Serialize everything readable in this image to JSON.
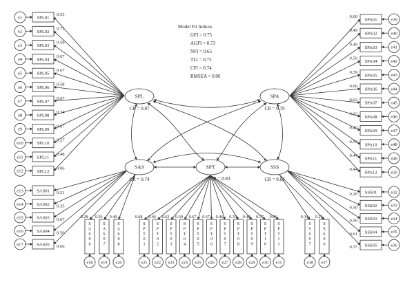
{
  "fit": {
    "title": "Model Fit Indices",
    "lines": [
      "GFI = 0.75",
      "AGFI = 0.73",
      "NFI = 0.65",
      "TLI = 0.73",
      "CFI = 0.74",
      "RMSEA = 0.06"
    ]
  },
  "latents": [
    {
      "id": "SPL",
      "cr": "CR = 0.87"
    },
    {
      "id": "SPA",
      "cr": "CR = 0.79"
    },
    {
      "id": "SAS",
      "cr": "CR = 0.74"
    },
    {
      "id": "SPT",
      "cr": "CR = 0.83"
    },
    {
      "id": "SSS",
      "cr": "CR = 0.63"
    }
  ],
  "indicators": {
    "spl": [
      {
        "label": "SPL01",
        "err": "e1",
        "load": "0.53"
      },
      {
        "label": "SPL02",
        "err": "e2",
        "load": "0.73"
      },
      {
        "label": "SPL03",
        "err": "e3",
        "load": "0.59"
      },
      {
        "label": "SPL04",
        "err": "e4",
        "load": "0.67"
      },
      {
        "label": "SPL05",
        "err": "e5",
        "load": "0.67"
      },
      {
        "label": "SPL06",
        "err": "e6",
        "load": "0.58"
      },
      {
        "label": "SPL07",
        "err": "e7",
        "load": "0.67"
      },
      {
        "label": "SPL08",
        "err": "e8",
        "load": "0.74"
      },
      {
        "label": "SPL09",
        "err": "e9",
        "load": "0.67"
      },
      {
        "label": "SPL10",
        "err": "e10",
        "load": "0.27"
      },
      {
        "label": "SPL11",
        "err": "e11",
        "load": "0.48"
      },
      {
        "label": "SPL12",
        "err": "e12",
        "load": "0.06"
      }
    ],
    "spa": [
      {
        "label": "SPA01",
        "err": "e39",
        "load": "0.60"
      },
      {
        "label": "SPA02",
        "err": "e40",
        "load": "0.49"
      },
      {
        "label": "SPA03",
        "err": "e41",
        "load": "0.49"
      },
      {
        "label": "SPA04",
        "err": "e42",
        "load": "0.50"
      },
      {
        "label": "SPA05",
        "err": "e43",
        "load": "0.39"
      },
      {
        "label": "SPA06",
        "err": "e44",
        "load": "0.66"
      },
      {
        "label": "SPA07",
        "err": "e45",
        "load": "0.62"
      },
      {
        "label": "SPA08",
        "err": "e46",
        "load": "0.32"
      },
      {
        "label": "SPA09",
        "err": "e47",
        "load": "0.40"
      },
      {
        "label": "SPA10",
        "err": "e48",
        "load": "0.59"
      },
      {
        "label": "SPA11",
        "err": "e49",
        "load": "0.44"
      },
      {
        "label": "SPA12",
        "err": "e50",
        "load": "0.44"
      }
    ],
    "sas_left": [
      {
        "label": "SAS01",
        "err": "e13",
        "load": "0.51"
      },
      {
        "label": "SAS02",
        "err": "e14",
        "load": "0.35"
      },
      {
        "label": "SAS03",
        "err": "e15",
        "load": "0.67"
      },
      {
        "label": "SAS04",
        "err": "e16",
        "load": "0.56"
      },
      {
        "label": "SAS05",
        "err": "e17",
        "load": "0.66"
      }
    ],
    "sas_bottom": [
      {
        "label": "SAS06",
        "err": "e18",
        "load": "0.28"
      },
      {
        "label": "SAS07",
        "err": "e19",
        "load": "0.50"
      },
      {
        "label": "SAS08",
        "err": "e20",
        "load": "0.40"
      }
    ],
    "spt": [
      {
        "label": "SPT01",
        "err": "e21",
        "load": "0.68"
      },
      {
        "label": "SPT02",
        "err": "e22",
        "load": "0.46"
      },
      {
        "label": "SPT03",
        "err": "e23",
        "load": "0.62"
      },
      {
        "label": "SPT04",
        "err": "e24",
        "load": "0.69"
      },
      {
        "label": "SPT05",
        "err": "e25",
        "load": "0.67"
      },
      {
        "label": "SPT06",
        "err": "e26",
        "load": "0.67"
      },
      {
        "label": "SPT07",
        "err": "e27",
        "load": "0.46"
      },
      {
        "label": "SPT08",
        "err": "e28",
        "load": "0.35"
      },
      {
        "label": "SPT09",
        "err": "e29",
        "load": "0.48"
      },
      {
        "label": "SPT10",
        "err": "e30",
        "load": "0.57"
      },
      {
        "label": "SPT11",
        "err": "e31",
        "load": "0.06"
      }
    ],
    "sss_bottom": [
      {
        "label": "SSS07",
        "err": "e38",
        "load": "0.34"
      },
      {
        "label": "SSS06",
        "err": "e37",
        "load": "0.29"
      }
    ],
    "sss_right": [
      {
        "label": "SSS01",
        "err": "e32",
        "load": "0.26"
      },
      {
        "label": "SSS02",
        "err": "e33",
        "load": "0.50"
      },
      {
        "label": "SSS03",
        "err": "e34",
        "load": "0.50"
      },
      {
        "label": "SSS04",
        "err": "e35",
        "load": "0.61"
      },
      {
        "label": "SSS05",
        "err": "e36",
        "load": "0.37"
      }
    ]
  }
}
